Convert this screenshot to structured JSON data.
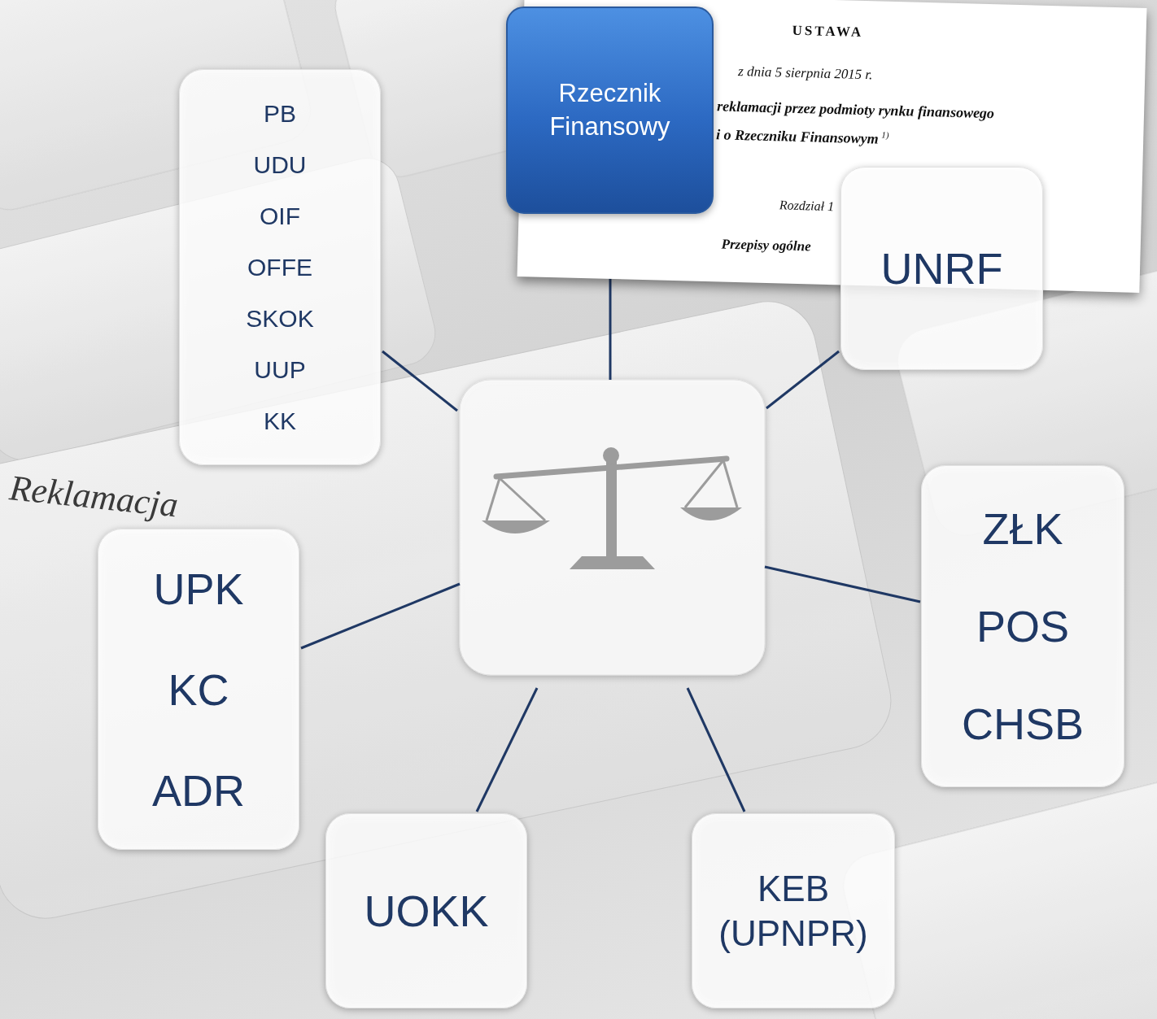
{
  "diagram": {
    "nodes": [
      {
        "text": [
          "PB",
          "UDU",
          "OIF",
          "OFFE",
          "SKOK",
          "UUP",
          "KK"
        ]
      },
      {
        "text": [
          "Rzecznik Finansowy"
        ]
      },
      {
        "text": [
          "USTAWA",
          "z dnia 5 sierpnia 2015 r.",
          "reklamacji przez podmioty rynku finansowego",
          "i o Rzeczniku Finansowym",
          "1)",
          "Rozdział 1",
          "Przepisy ogólne"
        ]
      },
      {
        "text": [
          "UNRF"
        ]
      },
      {
        "text": [
          "UPK",
          "KC",
          "ADR"
        ]
      },
      {
        "text": [
          "ZŁK",
          "POS",
          "CHSB"
        ]
      },
      {
        "text": [
          "UOKK"
        ]
      },
      {
        "text": [
          "KEB (UPNPR)"
        ]
      }
    ],
    "labels": [
      "Reklamacja"
    ]
  }
}
